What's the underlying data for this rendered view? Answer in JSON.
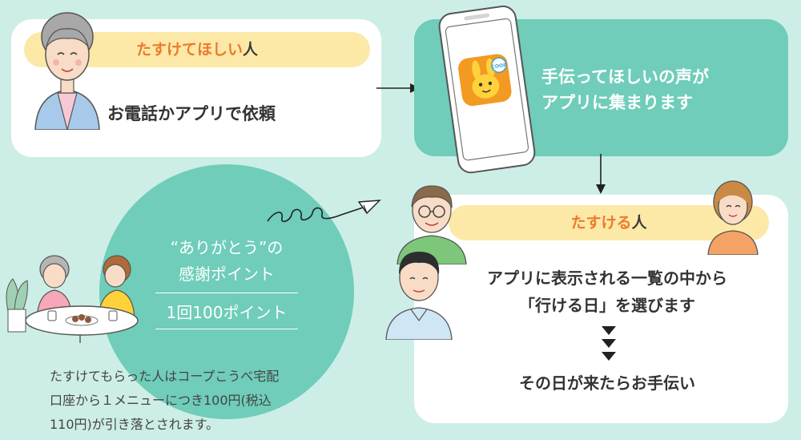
{
  "requester": {
    "title_a": "たすけてほしい",
    "title_b": "人",
    "text": "お電話かアプリで依頼"
  },
  "app_panel": {
    "line1": "手伝ってほしいの声が",
    "line2": "アプリに集まります",
    "app_icon_badge": "COOP"
  },
  "helper": {
    "title_a": "たすける",
    "title_b": "人",
    "line1": "アプリに表示される一覧の中から",
    "line2": "「行ける日」を選びます",
    "line3": "その日が来たらお手伝い"
  },
  "points": {
    "line1": "“ありがとう”の",
    "line2": "感謝ポイント",
    "line3": "1回100ポイント",
    "note1": "たすけてもらった人はコープこうべ宅配",
    "note2": "口座から１メニューにつき100円(税込",
    "note3": "110円)が引き落とされます。"
  },
  "colors": {
    "background": "#cdeee6",
    "teal": "#6fcdb9",
    "pill": "#fce9a8",
    "accent": "#ee7a2c"
  }
}
